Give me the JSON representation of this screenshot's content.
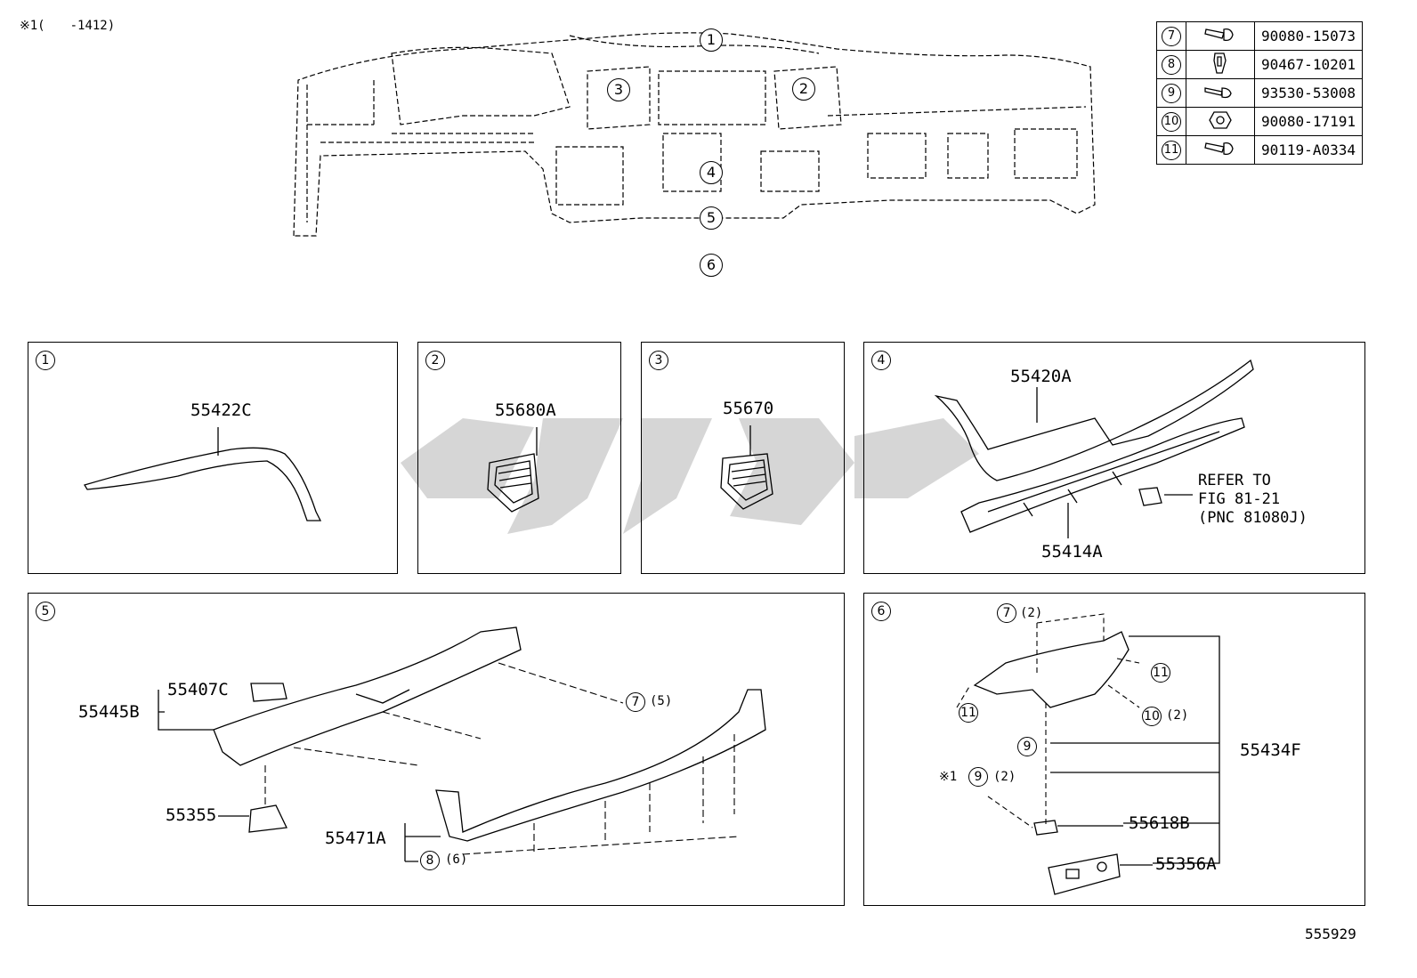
{
  "header": {
    "note": "※1(　　-1412)"
  },
  "fig_number": "555929",
  "overview": {
    "callouts": [
      "1",
      "2",
      "3",
      "4",
      "5",
      "6"
    ]
  },
  "parts_table": [
    {
      "ref": "7",
      "icon": "screw-with-washer-icon",
      "part": "90080-15073"
    },
    {
      "ref": "8",
      "icon": "clip-icon",
      "part": "90467-10201"
    },
    {
      "ref": "9",
      "icon": "tapping-screw-icon",
      "part": "93530-53008"
    },
    {
      "ref": "10",
      "icon": "nut-icon",
      "part": "90080-17191"
    },
    {
      "ref": "11",
      "icon": "screw-with-washer-icon",
      "part": "90119-A0334"
    }
  ],
  "panels": {
    "p1": {
      "num": "1",
      "labels": {
        "a": "55422C"
      }
    },
    "p2": {
      "num": "2",
      "labels": {
        "a": "55680A"
      }
    },
    "p3": {
      "num": "3",
      "labels": {
        "a": "55670"
      }
    },
    "p4": {
      "num": "4",
      "labels": {
        "a": "55420A",
        "b": "55414A",
        "refer1": "REFER TO",
        "refer2": "FIG 81-21",
        "refer3": "(PNC 81080J)"
      }
    },
    "p5": {
      "num": "5",
      "labels": {
        "a": "55407C",
        "b": "55445B",
        "c": "55355",
        "d": "55471A",
        "c7": "7",
        "q7": "(5)",
        "c8": "8",
        "q8": "(6)"
      }
    },
    "p6": {
      "num": "6",
      "labels": {
        "a": "55434F",
        "b": "55618B",
        "c": "55356A",
        "c7": "7",
        "q7": "(2)",
        "c11a": "11",
        "c11b": "11",
        "c10": "10",
        "q10": "(2)",
        "c9a": "9",
        "c9b": "9",
        "q9b": "(2)",
        "mark": "※1"
      }
    }
  }
}
